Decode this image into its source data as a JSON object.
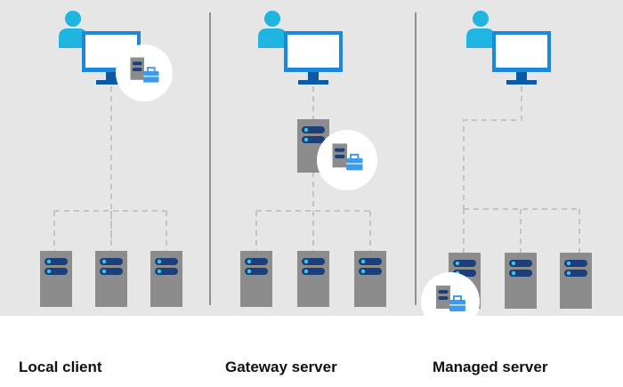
{
  "panels": [
    {
      "label": "Local client"
    },
    {
      "label": "Gateway server"
    },
    {
      "label": "Managed server"
    }
  ],
  "colors": {
    "panel_bg": "#e6e6e6",
    "divider": "#3a3a3a",
    "connector": "#c4c4c4",
    "user": "#1fb5e0",
    "monitor": "#1f87d8",
    "monitor_screen": "#ffffff",
    "monitor_stand": "#0a5aa8",
    "server_body": "#8c8c8c",
    "server_slot": "#1a3f7a",
    "server_led": "#35c8ee",
    "badge_bg": "#ffffff",
    "toolbox": "#3d9be9"
  },
  "icons": [
    "user-icon",
    "monitor-icon",
    "server-icon",
    "toolbox-icon"
  ]
}
